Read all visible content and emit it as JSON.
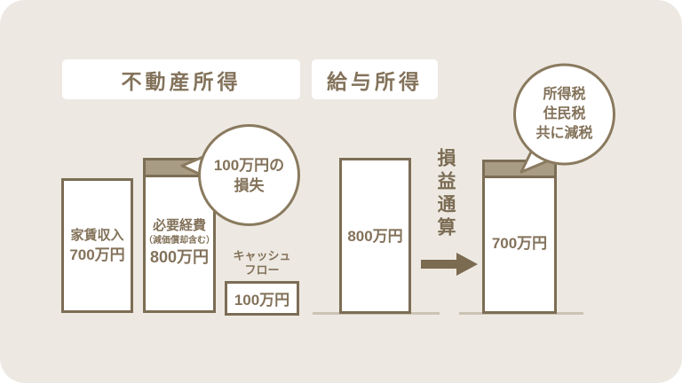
{
  "headers": {
    "real_estate": "不動産所得",
    "salary": "給与所得"
  },
  "bars": {
    "rent": {
      "label": "家賃収入",
      "value": "700万円"
    },
    "expenses": {
      "label": "必要経費",
      "note": "（減価償却含む）",
      "value": "800万円"
    },
    "salary": {
      "value": "800万円"
    },
    "after_offset": {
      "value": "700万円"
    }
  },
  "cashflow": {
    "label_line1": "キャッシュ",
    "label_line2": "フロー",
    "value": "100万円"
  },
  "bubbles": {
    "loss": {
      "line1": "100万円の",
      "line2": "損失"
    },
    "tax": {
      "line1": "所得税",
      "line2": "住民税",
      "line3": "共に減税"
    }
  },
  "process": {
    "label": "損益通算",
    "arrow_icon": "arrow-right"
  },
  "colors": {
    "card_background": "#EDE9E2",
    "box_white": "#FFFFFF",
    "text_brown": "#83725A",
    "border_brown": "#7C6D55",
    "cap_fill": "#A99C84",
    "arrow": "#7B6B51",
    "baseline": "#CBC3B4"
  }
}
